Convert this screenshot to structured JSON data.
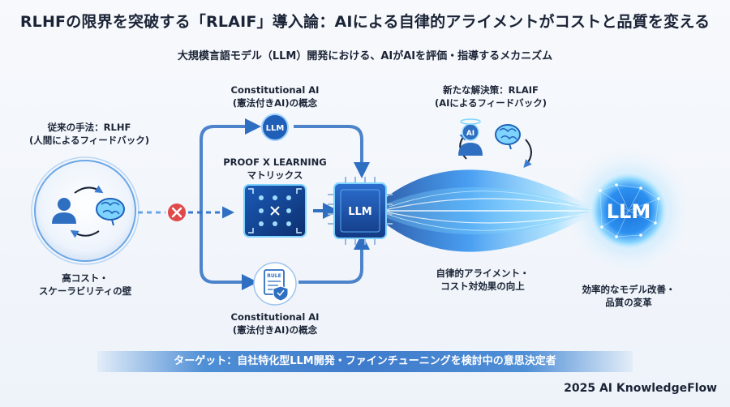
{
  "title": "RLHFの限界を突破する「RLAIF」導入論：AIによる自律的アライメントがコストと品質を変える",
  "subtitle": "大規模言語モデル（LLM）開発における、AIがAIを評価・指導するメカニズム",
  "rlhf": {
    "heading_line1": "従来の手法：RLHF",
    "heading_line2": "(人間によるフィードバック)",
    "caption_line1": "高コスト・",
    "caption_line2": "スケーラビリティの壁"
  },
  "constitutional_top": {
    "line1": "Constitutional AI",
    "line2": "(憲法付きAI)の概念",
    "icon_text": "LLM"
  },
  "matrix": {
    "line1": "PROOF X LEARNING",
    "line2": "マトリックス"
  },
  "constitutional_bottom": {
    "line1": "Constitutional AI",
    "line2": "(憲法付きAI)の概念",
    "doc_label": "RULE"
  },
  "chip_label": "LLM",
  "rlaif": {
    "line1": "新たな解決策：RLAIF",
    "line2": "(AIによるフィードバック)",
    "ai_badge": "AI"
  },
  "alignment": {
    "line1": "自律的アライメント・",
    "line2": "コスト対効果の向上"
  },
  "result": {
    "orb_label": "LLM",
    "line1": "効率的なモデル改善・",
    "line2": "品質の変革"
  },
  "banner": "ターゲット：自社特化型LLM開発・ファインチューニングを検討中の意思決定者",
  "brand": "2025 AI KnowledgeFlow",
  "colors": {
    "primary_blue": "#2f6fc2",
    "dark_navy": "#1b2436",
    "glow_cyan": "#7fd4ff",
    "error_red": "#e04a4a"
  }
}
